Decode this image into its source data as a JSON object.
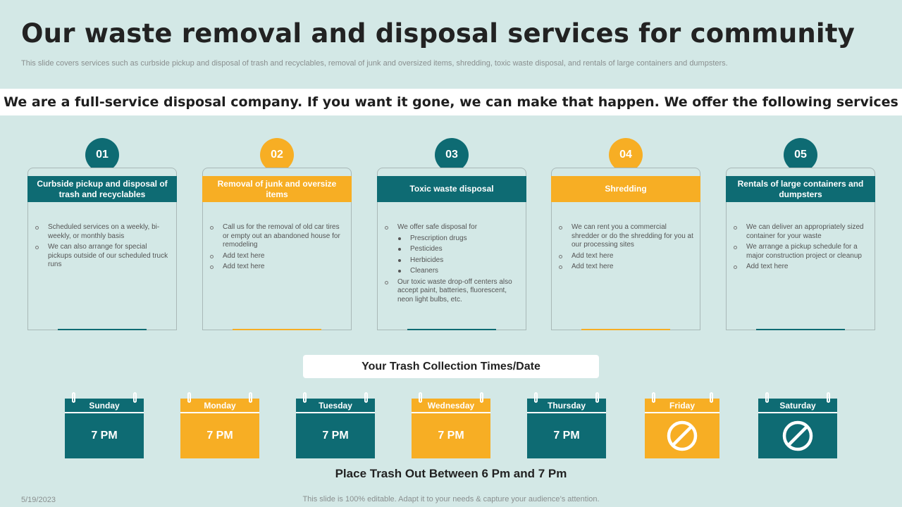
{
  "title": "Our waste removal and disposal services for community",
  "subtitle": "This slide covers services such as curbside pickup and disposal of trash and recyclables, removal of junk and oversized items, shredding, toxic waste disposal, and rentals of large containers and dumpsters.",
  "banner": "We are a full-service disposal company. If  you want it gone, we can make that happen. We offer the following services",
  "colors": {
    "teal": "#0e6b73",
    "amber": "#f7ae24",
    "background": "#d3e8e6"
  },
  "services": [
    {
      "number": "01",
      "heading": "Curbside pickup and disposal of trash and recyclables",
      "color": "teal",
      "items": [
        "Scheduled services on a weekly, bi-weekly, or monthly basis",
        "We can also arrange for special pickups outside of our scheduled truck runs"
      ]
    },
    {
      "number": "02",
      "heading": "Removal of junk and oversize items",
      "color": "amber",
      "items": [
        "Call us for the removal of old car tires or empty out an abandoned house for remodeling",
        "Add text here",
        "Add text here"
      ]
    },
    {
      "number": "03",
      "heading": "Toxic waste disposal",
      "color": "teal",
      "intro": "We offer safe disposal for",
      "subitems": [
        "Prescription drugs",
        "Pesticides",
        "Herbicides",
        "Cleaners"
      ],
      "items": [
        "Our toxic waste drop-off centers also accept paint, batteries, fluorescent, neon light bulbs, etc."
      ]
    },
    {
      "number": "04",
      "heading": "Shredding",
      "color": "amber",
      "items": [
        "We can rent you a commercial shredder or do the shredding for you at our processing sites",
        "Add text here",
        "Add text here"
      ]
    },
    {
      "number": "05",
      "heading": "Rentals of large containers and dumpsters",
      "color": "teal",
      "items": [
        "We can deliver an appropriately sized container for your waste",
        "We arrange a pickup schedule for a major construction project or cleanup",
        "Add text here"
      ]
    }
  ],
  "times_title": "Your Trash Collection Times/Date",
  "days": [
    {
      "day": "Sunday",
      "time": "7 PM",
      "color": "teal"
    },
    {
      "day": "Monday",
      "time": "7 PM",
      "color": "amber"
    },
    {
      "day": "Tuesday",
      "time": "7 PM",
      "color": "teal"
    },
    {
      "day": "Wednesday",
      "time": "7 PM",
      "color": "amber"
    },
    {
      "day": "Thursday",
      "time": "7 PM",
      "color": "teal"
    },
    {
      "day": "Friday",
      "time": "",
      "color": "amber",
      "icon": "no-service-icon"
    },
    {
      "day": "Saturday",
      "time": "",
      "color": "teal",
      "icon": "no-service-icon"
    }
  ],
  "place_note": "Place Trash Out Between 6 Pm and 7 Pm",
  "date": "5/19/2023",
  "footer": "This slide is 100% editable. Adapt it to your needs & capture your audience’s attention."
}
